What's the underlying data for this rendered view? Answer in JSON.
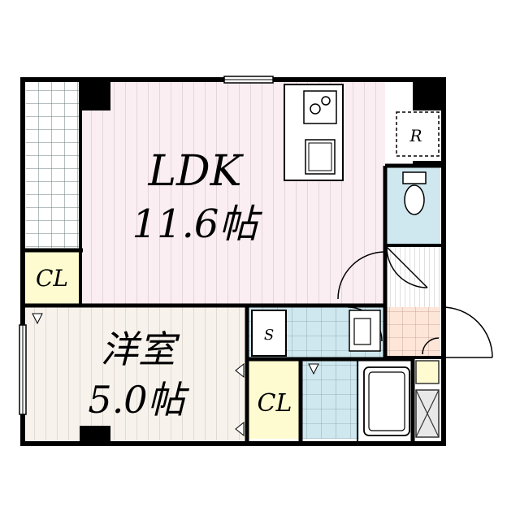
{
  "rooms": {
    "ldk": {
      "name": "LDK",
      "size": "11.6帖"
    },
    "western": {
      "name": "洋室",
      "size": "5.0帖"
    },
    "closet_left": {
      "name": "CL"
    },
    "closet_bottom": {
      "name": "CL"
    },
    "shoe_storage": {
      "name": "S"
    },
    "refrigerator": {
      "name": "R"
    }
  },
  "colors": {
    "wall": "#000000",
    "ldk_floor": "#fbeef3",
    "western_floor": "#f7f2ec",
    "closet": "#fffbd0",
    "wet_area": "#cfe7ee",
    "entrance": "#fde5d8",
    "balcony_tile": "#e9f0f0"
  }
}
